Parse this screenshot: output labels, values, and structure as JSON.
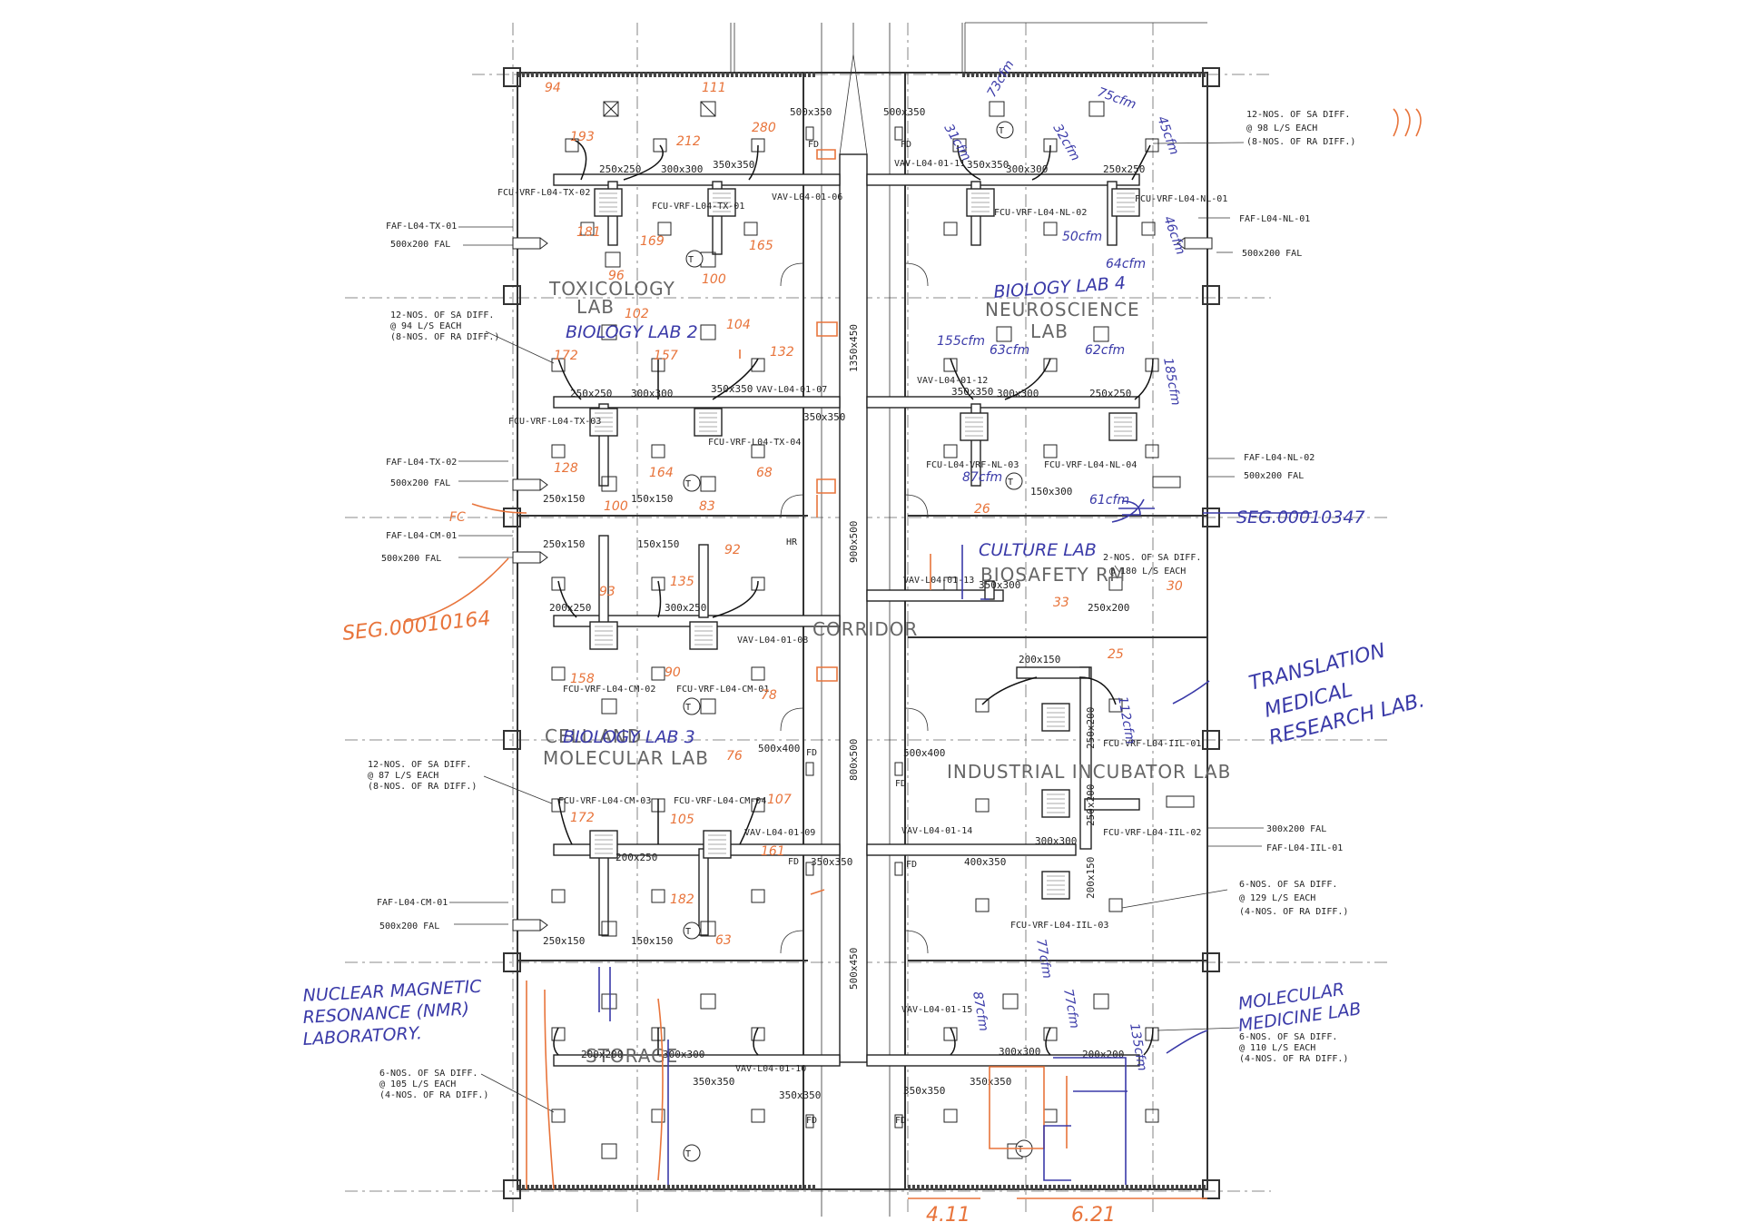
{
  "rooms": {
    "toxicology": [
      "TOXICOLOGY",
      "LAB"
    ],
    "neuroscience": [
      "NEUROSCIENCE",
      "LAB"
    ],
    "biosafety": "BIOSAFETY RM",
    "corridor": "CORRIDOR",
    "cell_molecular": [
      "CELL AND",
      "MOLECULAR LAB"
    ],
    "industrial_incubator": "INDUSTRIAL INCUBATOR LAB",
    "storage": "STORAGE"
  },
  "handwritten_blue": {
    "biology_lab_2": "BIOLOGY LAB 2",
    "biology_lab_4": "BIOLOGY LAB 4",
    "biology_lab_3": "BIOLOGY LAB 3",
    "culture_lab": "CULTURE LAB",
    "seg_right": "SEG.00010347",
    "translation": [
      "TRANSLATION",
      "MEDICAL",
      "RESEARCH LAB."
    ],
    "nmr": [
      "NUCLEAR MAGNETIC",
      "RESONANCE (NMR)",
      "LABORATORY."
    ],
    "molecular_medicine": [
      "MOLECULAR",
      "MEDICINE LAB"
    ],
    "cfm": [
      "73cfm",
      "75cfm",
      "31cfm",
      "32cfm",
      "45cfm",
      "50cfm",
      "64cfm",
      "46cfm",
      "155cfm",
      "63cfm",
      "62cfm",
      "185cfm",
      "87cfm",
      "61cfm",
      "112cfm",
      "77cfm",
      "87cfm",
      "77cfm",
      "135cfm"
    ]
  },
  "handwritten_orange": {
    "seg_left": "SEG.00010164",
    "fc": "FC",
    "numbers": [
      "94",
      "111",
      "193",
      "212",
      "280",
      "181",
      "169",
      "165",
      "96",
      "100",
      "102",
      "104",
      "172",
      "157",
      "132",
      "128",
      "164",
      "68",
      "100",
      "83",
      "93",
      "135",
      "92",
      "158",
      "90",
      "78",
      "161",
      "182",
      "63",
      "172",
      "105",
      "76",
      "107",
      "26",
      "30",
      "33",
      "25"
    ],
    "bottom_dims": [
      "4.11",
      "6.21"
    ]
  },
  "duct_sizes": [
    "500x350",
    "500x350",
    "250x250",
    "300x300",
    "350x350",
    "350x350",
    "300x300",
    "250x250",
    "250x250",
    "300x300",
    "350x350",
    "350x350",
    "300x300",
    "250x250",
    "350x350",
    "250x150",
    "150x150",
    "150x300",
    "250x150",
    "150x150",
    "200x250",
    "300x250",
    "350x300",
    "250x200",
    "200x150",
    "300x300",
    "500x400",
    "500x400",
    "200x250",
    "350x350",
    "400x350",
    "250x150",
    "150x150",
    "200x200",
    "300x300",
    "350x350",
    "350x350",
    "350x350",
    "300x300",
    "200x200",
    "350x350",
    "1350x450",
    "900x500",
    "800x500",
    "500x450",
    "250x200",
    "250x200",
    "200x150",
    "300x300"
  ],
  "equipment": {
    "fcu": [
      "FCU-VRF-L04-TX-02",
      "FCU-VRF-L04-TX-01",
      "FCU-VRF-L04-NL-02",
      "FCU-VRF-L04-NL-01",
      "FCU-VRF-L04-TX-03",
      "FCU-VRF-L04-TX-04",
      "FCU-L04-VRF-NL-03",
      "FCU-VRF-L04-NL-04",
      "FCU-VRF-L04-CM-02",
      "FCU-VRF-L04-CM-01",
      "FCU-VRF-L04-IIL-01",
      "FCU-VRF-L04-CM-03",
      "FCU-VRF-L04-CM-04",
      "FCU-VRF-L04-IIL-02",
      "FCU-VRF-L04-IIL-03"
    ],
    "vav": [
      "VAV-L04-01-06",
      "VAV-L04-01-11",
      "VAV-L04-01-07",
      "VAV-L04-01-12",
      "VAV-L04-01-13",
      "VAV-L04-01-08",
      "VAV-L04-01-09",
      "VAV-L04-01-14",
      "VAV-L04-01-10",
      "VAV-L04-01-15"
    ],
    "faf": [
      "FAF-L04-TX-01",
      "FAF-L04-NL-01",
      "FAF-L04-TX-02",
      "FAF-L04-NL-02",
      "FAF-L04-CM-01",
      "FAF-L04-CM-01",
      "FAF-L04-IIL-01"
    ],
    "fal": [
      "500x200 FAL",
      "500x200 FAL",
      "500x200 FAL",
      "500x200 FAL",
      "500x200 FAL",
      "500x200 FAL",
      "300x200 FAL"
    ],
    "fd": "FD",
    "thermostat": "T",
    "hr": "HR"
  },
  "diffuser_notes": [
    [
      "12-NOS. OF SA DIFF.",
      "@ 98 L/S EACH",
      "(8-NOS. OF RA DIFF.)"
    ],
    [
      "12-NOS. OF SA DIFF.",
      "@ 94 L/S EACH",
      "(8-NOS. OF RA DIFF.)"
    ],
    [
      "2-NOS. OF SA DIFF.",
      "@ 180 L/S EACH"
    ],
    [
      "12-NOS. OF SA DIFF.",
      "@ 87 L/S EACH",
      "(8-NOS. OF RA DIFF.)"
    ],
    [
      "6-NOS. OF SA DIFF.",
      "@ 129 L/S EACH",
      "(4-NOS. OF RA DIFF.)"
    ],
    [
      "6-NOS. OF SA DIFF.",
      "@ 110 L/S EACH",
      "(4-NOS. OF RA DIFF.)"
    ],
    [
      "6-NOS. OF SA DIFF.",
      "@ 105 L/S EACH",
      "(4-NOS. OF RA DIFF.)"
    ]
  ],
  "colors": {
    "line": "#222222",
    "handwriting_blue": "#3a3aa8",
    "handwriting_orange": "#e8743b",
    "room_label": "#666666"
  }
}
